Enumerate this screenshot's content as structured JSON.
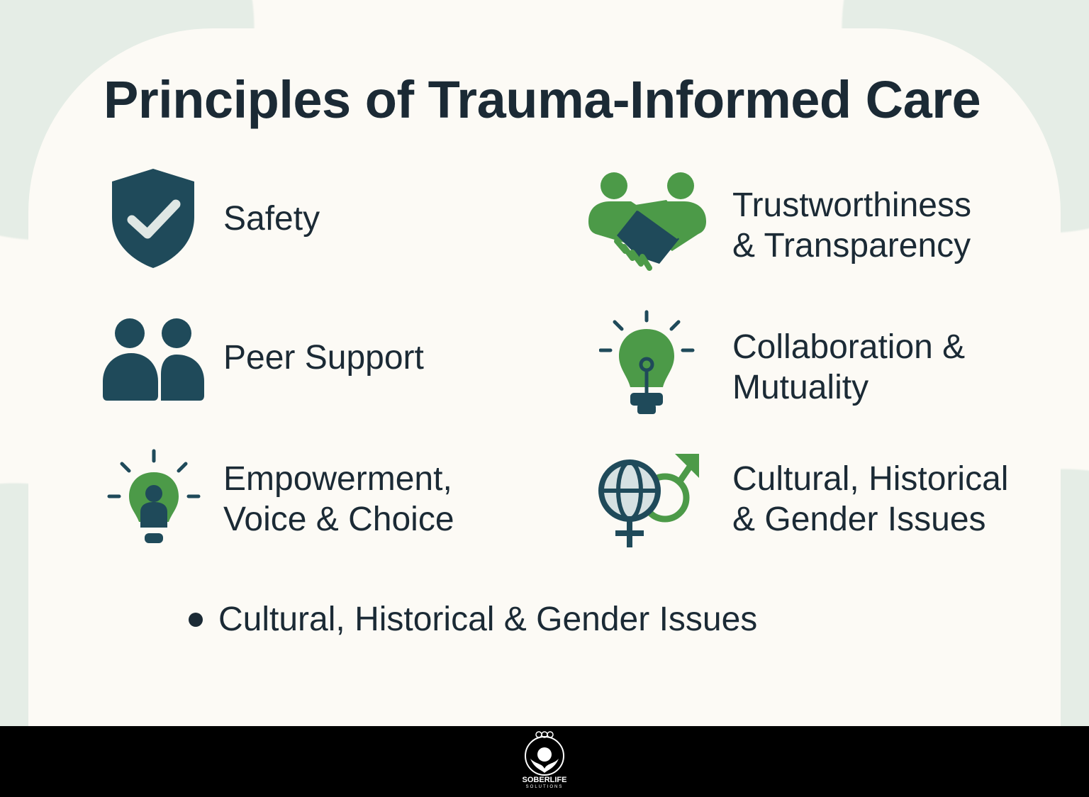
{
  "title": "Principles of Trauma-Informed Care",
  "principles": [
    {
      "label_lines": [
        "Safety"
      ],
      "icon": "shield-check-icon"
    },
    {
      "label_lines": [
        "Trustworthiness",
        "& Transparency"
      ],
      "icon": "handshake-icon"
    },
    {
      "label_lines": [
        "Peer Support"
      ],
      "icon": "people-icon"
    },
    {
      "label_lines": [
        "Collaboration &",
        "Mutuality"
      ],
      "icon": "lightbulb-icon"
    },
    {
      "label_lines": [
        "Empowerment,",
        "Voice & Choice"
      ],
      "icon": "lightbulb-person-icon"
    },
    {
      "label_lines": [
        "Cultural, Historical",
        "& Gender Issues"
      ],
      "icon": "globe-gender-icon"
    }
  ],
  "bullet_text": "Cultural, Historical & Gender Issues",
  "footer": {
    "logo_name": "SOBERLIFE",
    "logo_sub": "SOLUTIONS"
  },
  "colors": {
    "dark": "#1f4a5a",
    "green": "#4c9a48",
    "text": "#1b2a35",
    "background": "#fcfaf5"
  }
}
